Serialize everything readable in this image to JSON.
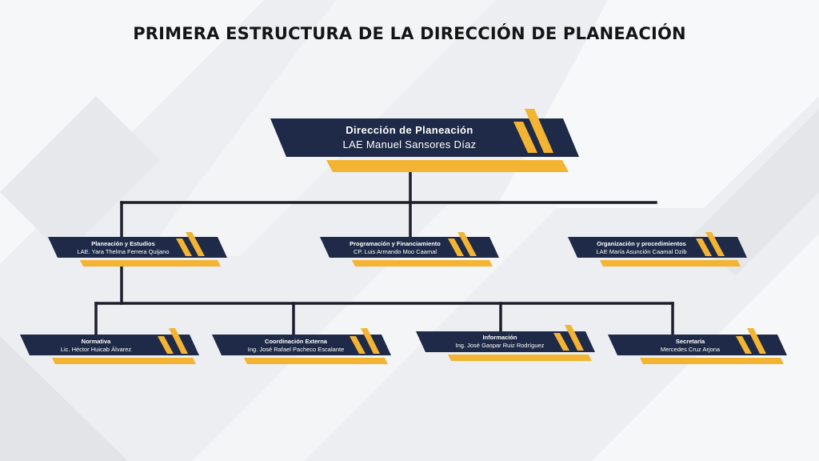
{
  "title": "PRIMERA ESTRUCTURA DE LA DIRECCIÓN DE PLANEACIÓN",
  "colors": {
    "navy": "#1e2a47",
    "gold": "#f3b433",
    "line": "#1c1f2a"
  },
  "root": {
    "name": "Dirección de Planeación",
    "person": "LAE Manuel Sansores Díaz"
  },
  "level1": [
    {
      "name": "Planeación y Estudios",
      "person": "LAE. Yara Thelma Ferrera Quijano"
    },
    {
      "name": "Programación y Financiamiento",
      "person": "CP. Luis Armando Moo Caamal"
    },
    {
      "name": "Organización y procedimientos",
      "person": "LAE María Asunción Caamal Dzib"
    }
  ],
  "level2": [
    {
      "name": "Normativa",
      "person": "Lic. Héctor Huicab Álvarez"
    },
    {
      "name": "Coordinación Externa",
      "person": "Ing. José Rafael Pacheco Escalante"
    },
    {
      "name": "Información",
      "person": "Ing. José Gaspar Ruiz Rodríguez"
    },
    {
      "name": "Secretaría",
      "person": "Mercedes Cruz Arjona"
    }
  ]
}
